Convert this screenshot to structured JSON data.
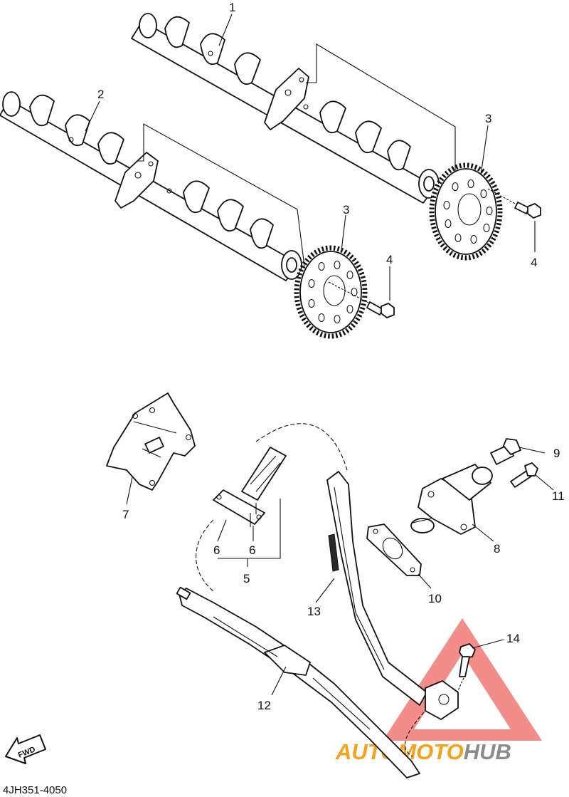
{
  "callouts": [
    {
      "id": "c1",
      "text": "1"
    },
    {
      "id": "c2",
      "text": "2"
    },
    {
      "id": "c3a",
      "text": "3"
    },
    {
      "id": "c3b",
      "text": "3"
    },
    {
      "id": "c4a",
      "text": "4"
    },
    {
      "id": "c4b",
      "text": "4"
    },
    {
      "id": "c5",
      "text": "5"
    },
    {
      "id": "c6a",
      "text": "6"
    },
    {
      "id": "c6b",
      "text": "6"
    },
    {
      "id": "c7",
      "text": "7"
    },
    {
      "id": "c8",
      "text": "8"
    },
    {
      "id": "c9",
      "text": "9"
    },
    {
      "id": "c10",
      "text": "10"
    },
    {
      "id": "c11",
      "text": "11"
    },
    {
      "id": "c12",
      "text": "12"
    },
    {
      "id": "c13",
      "text": "13"
    },
    {
      "id": "c14",
      "text": "14"
    }
  ],
  "fwd_label": "FWD",
  "diagram_code": "4JH351-4050",
  "watermark": {
    "auto": "AUTO",
    "moto": "MOTO",
    "hub": "HUB",
    "colors": {
      "red": "#e8302a",
      "orange": "#f5a21a",
      "gray": "#8c8c8c"
    }
  }
}
